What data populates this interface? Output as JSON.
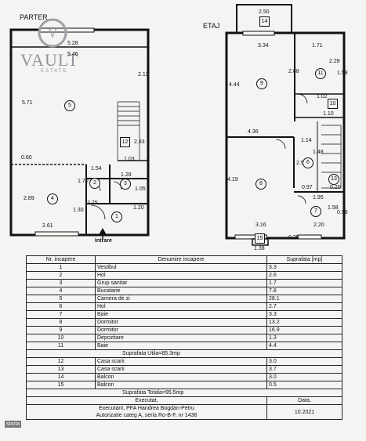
{
  "ground_floor": {
    "title": "PARTER",
    "entrance_label": "Intrare",
    "dimensions": [
      "5.28",
      "5.46",
      "2.13",
      "5.71",
      "2.83",
      "0.60",
      "1.03",
      "1.54",
      "1.70",
      "2.89",
      "2.75",
      "1.28",
      "1.30",
      "1.05",
      "2.61",
      "1.20"
    ],
    "room_numbers": [
      "5",
      "12",
      "4",
      "2",
      "3",
      "1"
    ]
  },
  "upper_floor": {
    "title": "ETAJ",
    "dimensions": [
      "2.50",
      "3.34",
      "1.71",
      "2.28",
      "2.88",
      "4.44",
      "1.58",
      "1.02",
      "1.10",
      "4.36",
      "1.14",
      "1.48",
      "2.51",
      "4.19",
      "0.97",
      "0.20",
      "1.95",
      "1.58",
      "3.16",
      "2.20",
      "0.98",
      "1.38",
      "0.75"
    ],
    "room_numbers": [
      "14",
      "9",
      "11",
      "10",
      "13",
      "6",
      "8",
      "7",
      "15"
    ]
  },
  "logo": {
    "name": "VAULT",
    "tagline": "ESTATE"
  },
  "table": {
    "headers": [
      "Nr. incapere",
      "Denumire incapere",
      "Suprafata [mp]"
    ],
    "rows_a": [
      [
        "1",
        "Vestibul",
        "3.3"
      ],
      [
        "2",
        "Hol",
        "2.6"
      ],
      [
        "3",
        "Grup sanitar",
        "1.7"
      ],
      [
        "4",
        "Bucatarie",
        "7.8"
      ],
      [
        "5",
        "Camera de zi",
        "28.1"
      ],
      [
        "6",
        "Hol",
        "2.7"
      ],
      [
        "7",
        "Baie",
        "3.3"
      ],
      [
        "8",
        "Dormitor",
        "13.2"
      ],
      [
        "9",
        "Dormitor",
        "16.9"
      ],
      [
        "10",
        "Depozitare",
        "1.3"
      ],
      [
        "11",
        "Baie",
        "4.4"
      ]
    ],
    "total_util": "Suprafata Utila=85.3mp",
    "rows_b": [
      [
        "12",
        "Casa scarii",
        "3.0"
      ],
      [
        "13",
        "Casa scarii",
        "3.7"
      ],
      [
        "14",
        "Balcon",
        "3.0"
      ],
      [
        "15",
        "Balcon",
        "0.5"
      ]
    ],
    "total": "Suprafata Totala=95.5mp",
    "executed_label": "Executat,",
    "executor": "Executant, PFA Handrea Bogdan-Petru",
    "authorization": "Autorizatie categ A, seria Ro-B-F, nr 1438",
    "date_label": "Data,",
    "date": "10.2021"
  },
  "watermark": "storia"
}
